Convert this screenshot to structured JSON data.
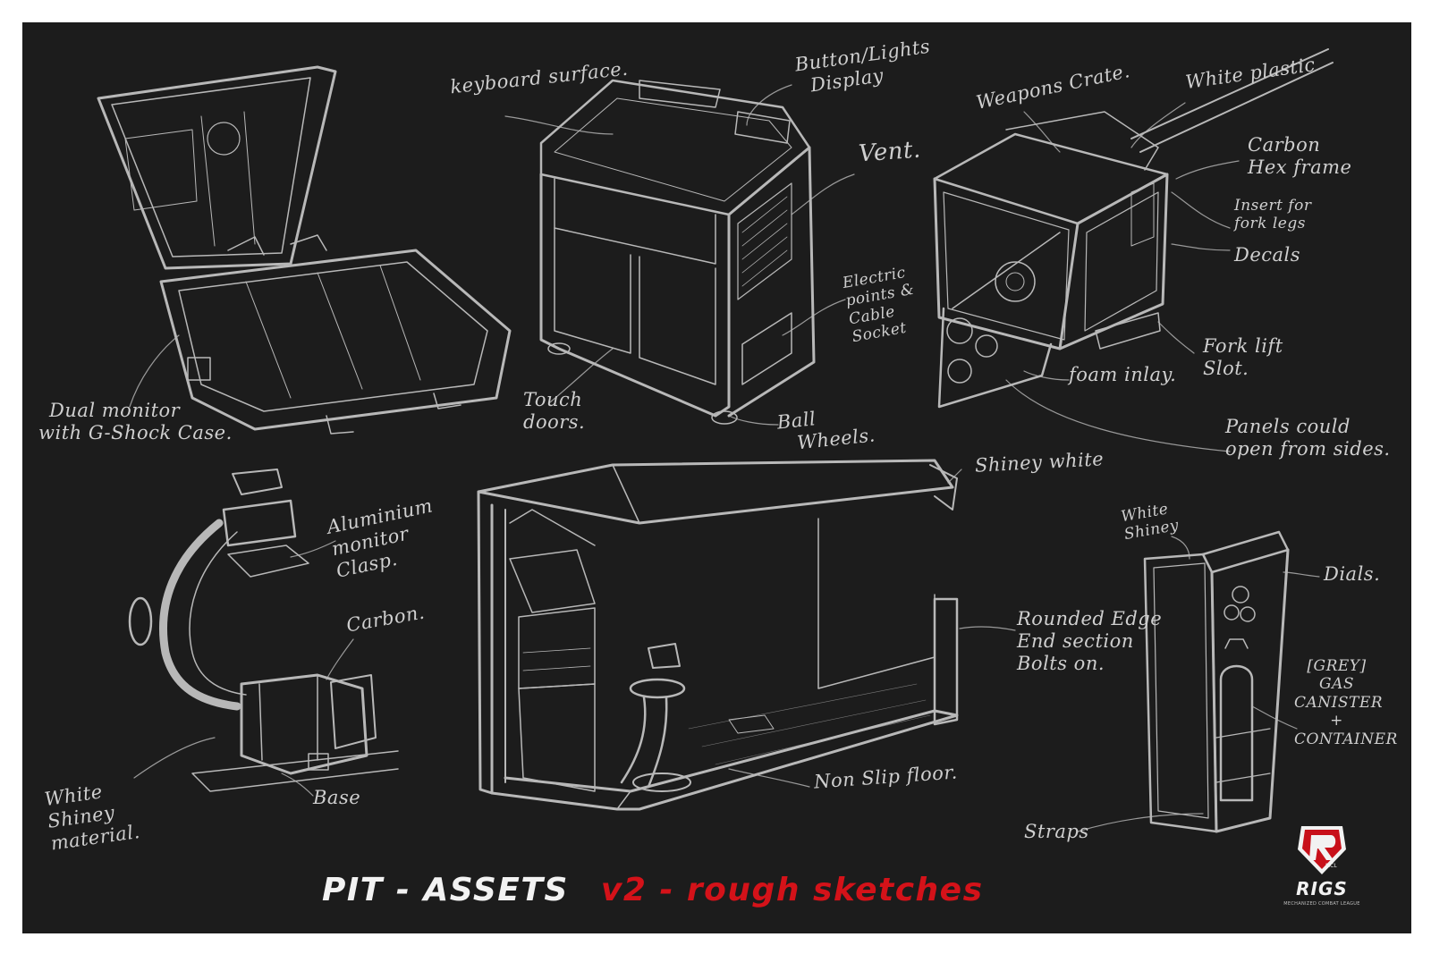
{
  "title": {
    "main": "PIT - ASSETS",
    "sub": "v2 - rough sketches"
  },
  "logo": {
    "mark": "R",
    "badge": "MCL",
    "word": "RIGS",
    "tagline": "MECHANIZED COMBAT LEAGUE"
  },
  "annotations": {
    "dual_monitor": [
      "Dual monitor",
      "with G-Shock Case."
    ],
    "keyboard_surface": "keyboard surface.",
    "button_lights": [
      "Button/Lights",
      "Display"
    ],
    "vent": "Vent.",
    "electric": [
      "Electric",
      "points &",
      "Cable",
      "Socket"
    ],
    "touch_doors": [
      "Touch",
      "doors."
    ],
    "ball_wheels": [
      "Ball",
      "Wheels."
    ],
    "weapons_crate": "Weapons Crate.",
    "white_plastic": "White plastic",
    "carbon_hex": [
      "Carbon",
      "Hex frame"
    ],
    "insert_fork": [
      "Insert for",
      "fork legs"
    ],
    "decals": "Decals",
    "fork_lift": [
      "Fork lift",
      "Slot."
    ],
    "foam_inlay": "foam inlay.",
    "panels_open": [
      "Panels could",
      "open from sides."
    ],
    "aluminium_clasp": [
      "Aluminium",
      "monitor",
      "Clasp."
    ],
    "carbon": "Carbon.",
    "white_shiney_material": [
      "White",
      "Shiney",
      "material."
    ],
    "base": "Base",
    "shiney_white": "Shiney white",
    "rounded_edge": [
      "Rounded Edge",
      "End section",
      "Bolts on."
    ],
    "non_slip": "Non Slip floor.",
    "white_shiney": [
      "White",
      "Shiney"
    ],
    "dials": "Dials.",
    "grey_gas": [
      "[GREY]",
      "GAS",
      "CANISTER",
      "+",
      "CONTAINER"
    ],
    "straps": "Straps"
  },
  "colors": {
    "board": "#1c1c1c",
    "chalk": "#cfcfcf",
    "accent_red": "#d41219",
    "title_white": "#f2f2f2"
  }
}
